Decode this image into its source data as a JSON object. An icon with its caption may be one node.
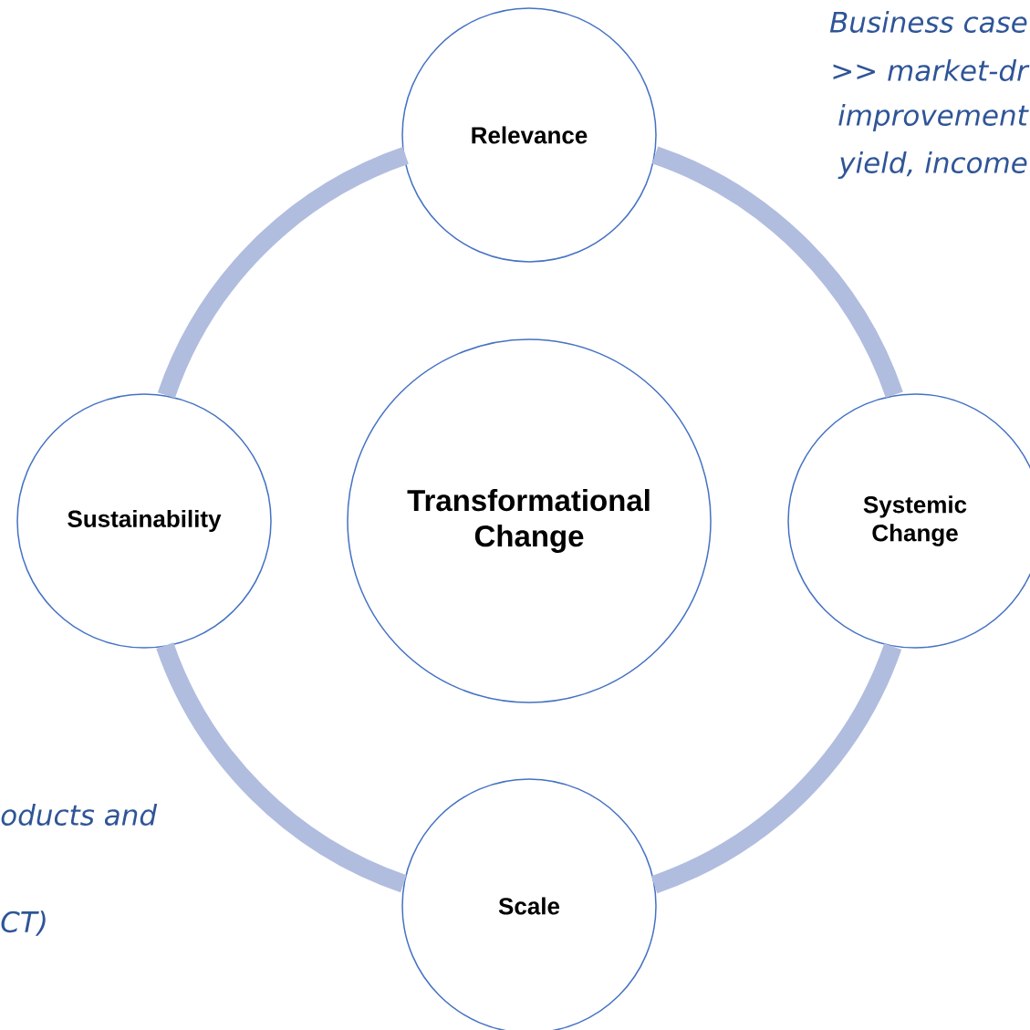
{
  "diagram": {
    "nodes": [
      {
        "text": [
          "Relevance"
        ]
      },
      {
        "text": [
          "Sustainability"
        ]
      },
      {
        "text": [
          "Transformational Change"
        ]
      },
      {
        "text": [
          "Systemic Change"
        ]
      },
      {
        "text": [
          "Scale"
        ]
      }
    ],
    "edges": [
      {
        "from": 0,
        "to": 3,
        "arrow": "none"
      },
      {
        "from": 3,
        "to": 4,
        "arrow": "none"
      },
      {
        "from": 4,
        "to": 1,
        "arrow": "none"
      },
      {
        "from": 1,
        "to": 0,
        "arrow": "none"
      }
    ],
    "labels": [
      "Business case",
      ">> market-dr",
      "improvement",
      "yield, income",
      "oducts and",
      "CT)"
    ]
  }
}
